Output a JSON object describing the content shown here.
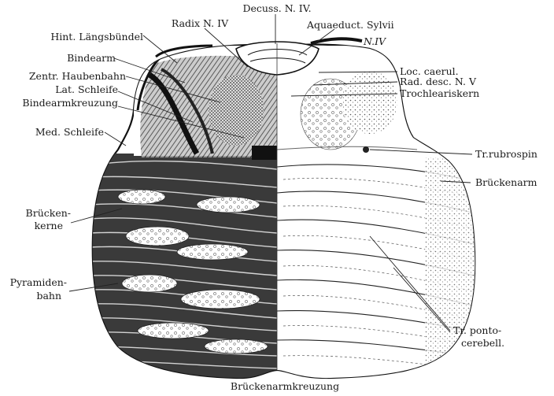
{
  "figure": {
    "caption": "Brückenarmkreuzung",
    "labels_left": {
      "hint_langsbundel": "Hint. Längsbündel",
      "bindearm": "Bindearm",
      "zentr_haubenbahn": "Zentr. Haubenbahn",
      "lat_schleife": "Lat. Schleife",
      "bindearmkreuzung": "Bindearmkreuzung",
      "med_schleife": "Med. Schleife",
      "brucken_kerne_1": "Brücken-",
      "brucken_kerne_2": "kerne",
      "pyramiden_1": "Pyramiden-",
      "pyramiden_2": "bahn"
    },
    "labels_top": {
      "decuss": "Decuss. N. IV.",
      "radix": "Radix N. IV",
      "aquaeduct": "Aquaeduct. Sylvii",
      "n_iv": "N.IV"
    },
    "labels_right": {
      "loc_caerul": "Loc. caerul.",
      "rad_desc": "Rad. desc. N. V",
      "trochleariskern": "Trochleariskern",
      "tr_rubrospin": "Tr.rubrospin",
      "bruckenarm": "Brückenarm",
      "tr_ponto_1": "Tr. ponto-",
      "tr_ponto_2": "cerebell."
    }
  }
}
